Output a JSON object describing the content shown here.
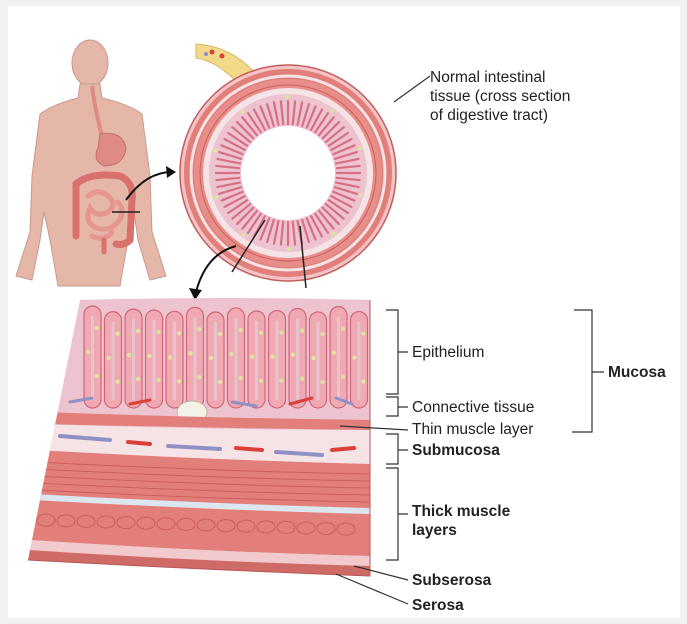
{
  "labels": {
    "normal_tissue": [
      "Normal intestinal",
      "tissue (cross section",
      "of digestive tract)"
    ],
    "epithelium": "Epithelium",
    "connective_tissue": "Connective tissue",
    "thin_muscle": "Thin muscle layer",
    "submucosa": "Submucosa",
    "thick_muscle": [
      "Thick muscle",
      "layers"
    ],
    "subserosa": "Subserosa",
    "serosa": "Serosa",
    "mucosa": "Mucosa"
  },
  "colors": {
    "skin": "#e4b7a9",
    "skin_outline": "#c99a8d",
    "stomach": "#e08a86",
    "intestine": "#d9706b",
    "muscle": "#e27f7a",
    "muscle_dark": "#cc5f5b",
    "mucosa": "#edc3cf",
    "villi": "#f0a9b2",
    "pale_band": "#f6e3e5",
    "light_blue": "#dce6f0",
    "nerve": "#f3d98a",
    "vessel_blue": "#8f90c4",
    "vessel_red": "#d9403a",
    "gland": "#dfe3a0"
  }
}
